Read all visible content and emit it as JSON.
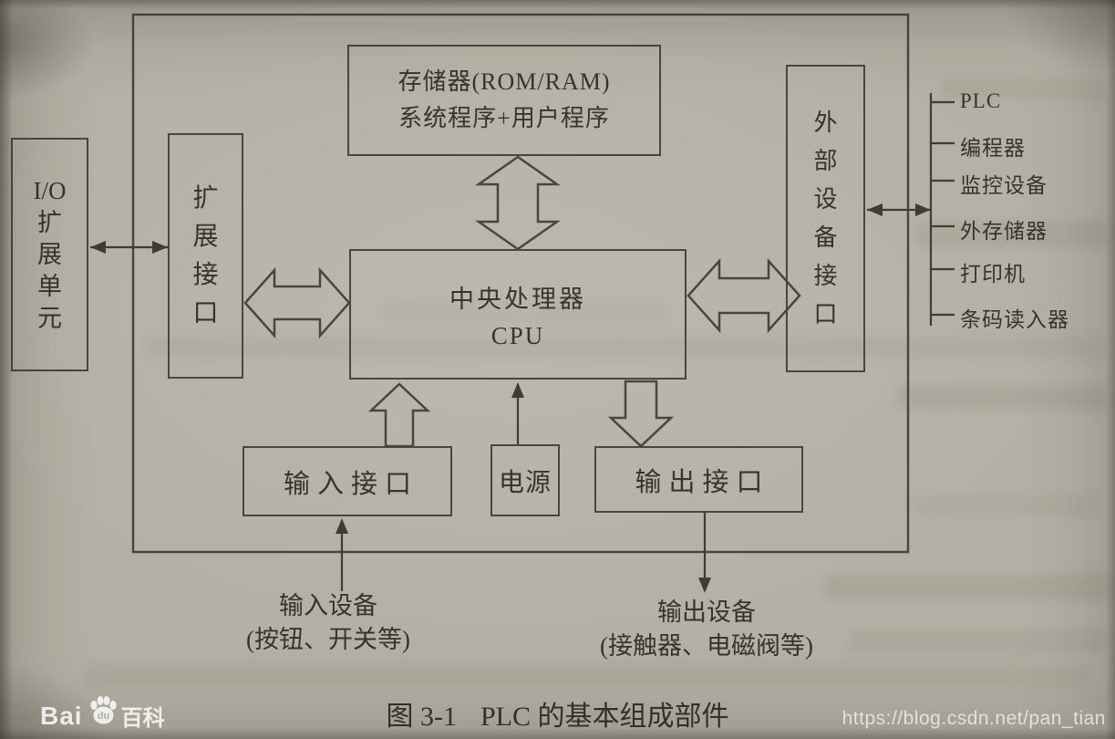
{
  "blocks": {
    "io_expansion_unit": {
      "lines": [
        "I/O",
        "扩",
        "展",
        "单",
        "元"
      ]
    },
    "expansion_interface": {
      "chars": [
        "扩",
        "展",
        "接",
        "口"
      ]
    },
    "memory": {
      "line1": "存储器(ROM/RAM)",
      "line2": "系统程序+用户程序"
    },
    "cpu": {
      "line1": "中央处理器",
      "line2": "CPU"
    },
    "external_device_interface": {
      "chars": [
        "外",
        "部",
        "设",
        "备",
        "接",
        "口"
      ]
    },
    "input_interface": {
      "label": "输入接口"
    },
    "power_supply": {
      "label": "电源"
    },
    "output_interface": {
      "label": "输出接口"
    }
  },
  "peripherals": {
    "items": [
      "PLC",
      "编程器",
      "监控设备",
      "外存储器",
      "打印机",
      "条码读入器"
    ]
  },
  "external_labels": {
    "input_device": {
      "line1": "输入设备",
      "line2": "(按钮、开关等)"
    },
    "output_device": {
      "line1": "输出设备",
      "line2": "(接触器、电磁阀等)"
    }
  },
  "caption": {
    "prefix": "图 3-1",
    "title": "PLC 的基本组成部件"
  },
  "watermarks": {
    "baidu_bai": "Bai",
    "baidu_du": "du",
    "baidu_baike": "百科",
    "csdn_url": "https://blog.csdn.net/pan_tian"
  },
  "colors": {
    "paper": "#b4b0a5",
    "ink": "#37342c",
    "line": "#49463e"
  }
}
